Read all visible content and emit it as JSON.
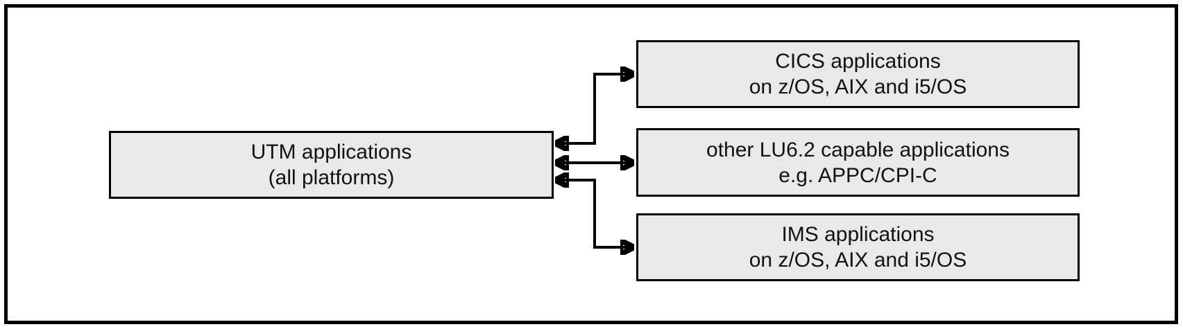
{
  "diagram": {
    "nodes": {
      "utm": {
        "line1": "UTM applications",
        "line2": "(all platforms)"
      },
      "cics": {
        "line1": "CICS applications",
        "line2": "on z/OS, AIX and i5/OS"
      },
      "lu62": {
        "line1": "other LU6.2 capable applications",
        "line2": "e.g. APPC/CPI-C"
      },
      "ims": {
        "line1": "IMS applications",
        "line2": "on z/OS, AIX and i5/OS"
      }
    },
    "connections": [
      {
        "from": "utm",
        "to": "cics",
        "style": "double-headed-arrow"
      },
      {
        "from": "utm",
        "to": "lu62",
        "style": "double-headed-arrow"
      },
      {
        "from": "utm",
        "to": "ims",
        "style": "double-headed-arrow"
      }
    ],
    "colors": {
      "node_fill": "#e9e9e9",
      "node_border": "#000000",
      "connector": "#000000",
      "frame_border": "#000000",
      "background": "#ffffff"
    }
  }
}
